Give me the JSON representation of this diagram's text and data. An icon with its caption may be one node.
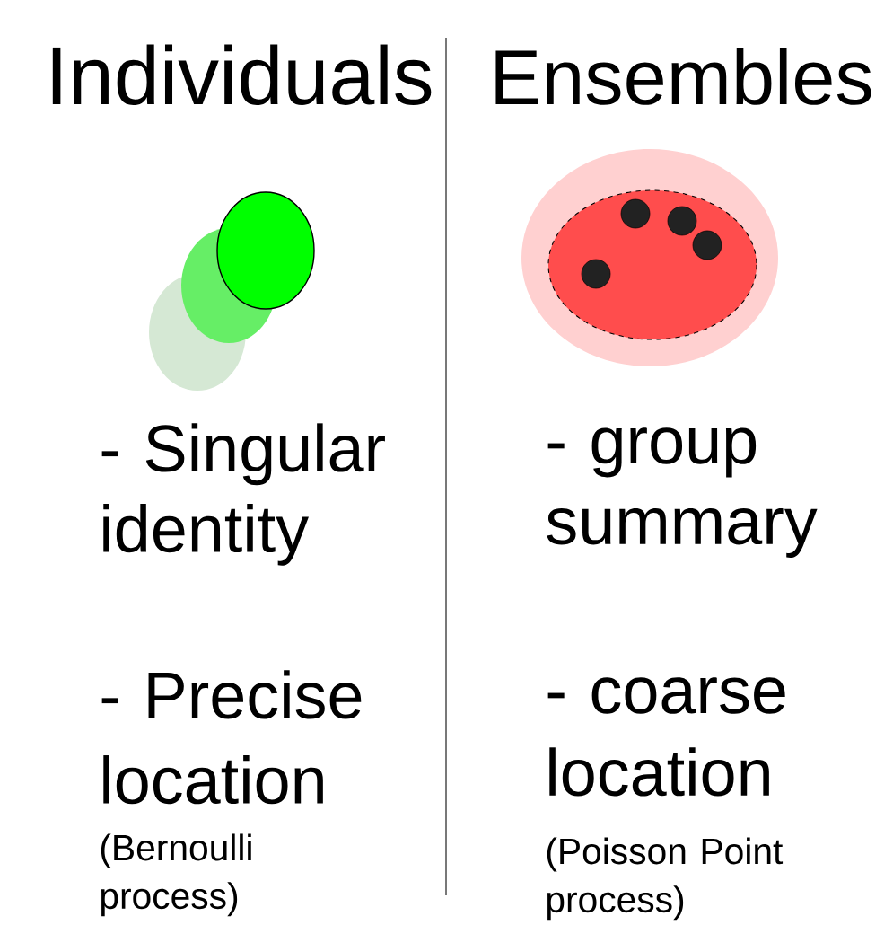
{
  "diagram": {
    "labels": [
      "Individuals",
      "Ensembles",
      "- Singular identity",
      "- group summary",
      "- Precise location",
      "- coarse location",
      "(Bernoulli process)",
      "(Poisson Point process)"
    ]
  }
}
